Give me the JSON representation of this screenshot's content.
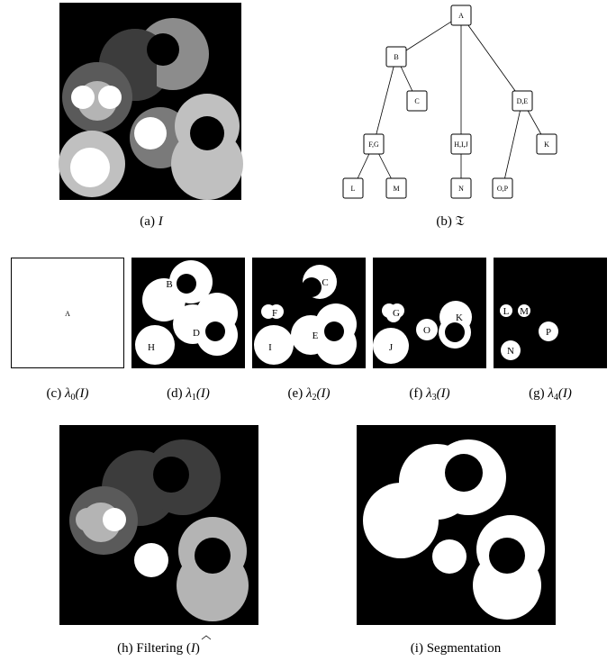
{
  "captions": {
    "a_prefix": "(a) ",
    "a_symbol": "I",
    "b_prefix": "(b) ",
    "b_symbol": "𝔗",
    "c_prefix": "(c) ",
    "c_symbol": "λ",
    "c_sub": "0",
    "c_arg": "(I)",
    "d_prefix": "(d) ",
    "d_symbol": "λ",
    "d_sub": "1",
    "d_arg": "(I)",
    "e_prefix": "(e) ",
    "e_symbol": "λ",
    "e_sub": "2",
    "e_arg": "(I)",
    "f_prefix": "(f) ",
    "f_symbol": "λ",
    "f_sub": "3",
    "f_arg": "(I)",
    "g_prefix": "(g) ",
    "g_symbol": "λ",
    "g_sub": "4",
    "g_arg": "(I)",
    "h_prefix": "(h) Filtering (",
    "h_symbol": "I",
    "h_suffix": ")",
    "i_text": "(i) Segmentation"
  },
  "tree": {
    "nodes": [
      "A",
      "B",
      "C",
      "D,E",
      "F,G",
      "H,I,J",
      "K",
      "L",
      "M",
      "N",
      "O,P"
    ]
  },
  "level_labels": {
    "c": [
      "A"
    ],
    "d": [
      "B",
      "D",
      "H"
    ],
    "e": [
      "C",
      "F",
      "E",
      "I"
    ],
    "f": [
      "G",
      "K",
      "O",
      "J"
    ],
    "g": [
      "L",
      "M",
      "P",
      "N"
    ]
  },
  "colors": {
    "black": "#000000",
    "white": "#ffffff",
    "dark_gray": "#3c3c3c",
    "mid_dark_gray": "#5a5a5a",
    "mid_gray": "#7a7a7a",
    "gray": "#8c8c8c",
    "light_gray": "#b4b4b4",
    "lighter_gray": "#c0c0c0"
  }
}
